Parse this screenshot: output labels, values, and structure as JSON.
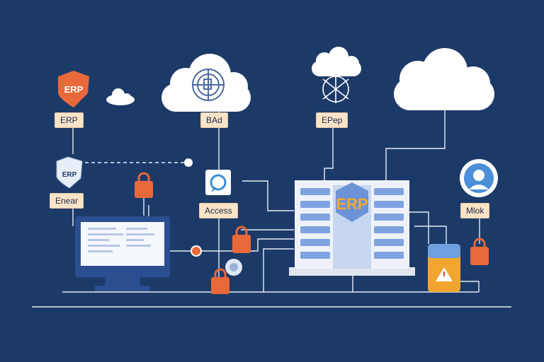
{
  "labels": {
    "erp_shield": "ERP",
    "erp_tag": "ERP",
    "cloud_mid": "BAd",
    "cloud_right": "EPep",
    "globe_shield": "ERP",
    "enear": "Enear",
    "access": "Access",
    "server_logo": "ERP",
    "mlok": "Mlok"
  },
  "colors": {
    "background": "#1c3a68",
    "label_bg": "#fbe3c8",
    "accent_orange": "#e9693a",
    "server_blue": "#6b93d6",
    "line": "#e7ecf5"
  },
  "icons": [
    "shield-icon",
    "cloud-icon",
    "globe-icon",
    "lock-icon",
    "monitor-icon",
    "server-icon",
    "user-icon",
    "warning-icon",
    "access-icon",
    "target-icon"
  ]
}
